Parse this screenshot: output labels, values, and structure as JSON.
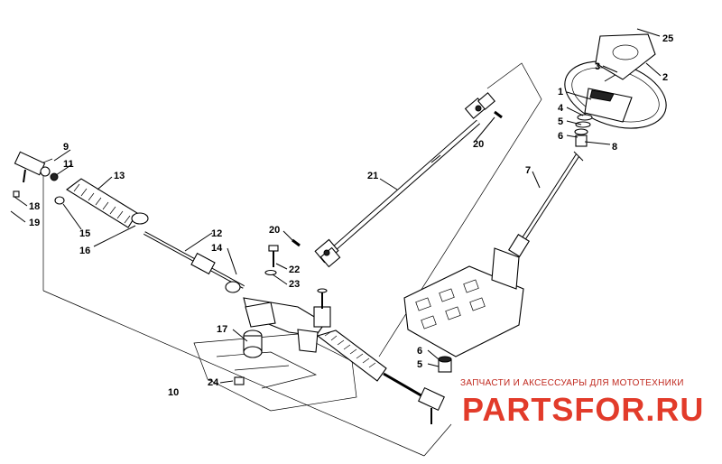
{
  "callouts": [
    "1",
    "2",
    "3",
    "4",
    "5",
    "6",
    "7",
    "8",
    "9",
    "10",
    "11",
    "12",
    "13",
    "14",
    "15",
    "16",
    "17",
    "18",
    "19",
    "20",
    "20",
    "21",
    "22",
    "23",
    "24",
    "25",
    "6",
    "5"
  ],
  "watermark": {
    "tagline": "ЗАПЧАСТИ И АКСЕССУАРЫ ДЛЯ МОТОТЕХНИКИ",
    "brand": "PARTSFOR.RU"
  }
}
